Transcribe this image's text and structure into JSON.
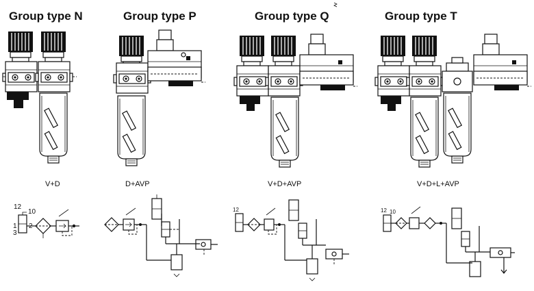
{
  "groups": [
    {
      "title": "Group type N",
      "caption": "V+D"
    },
    {
      "title": "Group type P",
      "caption": "D+AVP"
    },
    {
      "title": "Group type Q",
      "caption": "V+D+AVP"
    },
    {
      "title": "Group type T",
      "caption": "V+D+L+AVP"
    }
  ],
  "port_labels": {
    "n": {
      "p12": "12",
      "p10": "10",
      "p1": "1",
      "p2": "2",
      "p3": "3"
    },
    "q": {
      "p12": "12"
    },
    "t": {
      "p12": "12",
      "p10": "10"
    }
  },
  "colors": {
    "ink": "#111111",
    "paper": "#ffffff"
  }
}
